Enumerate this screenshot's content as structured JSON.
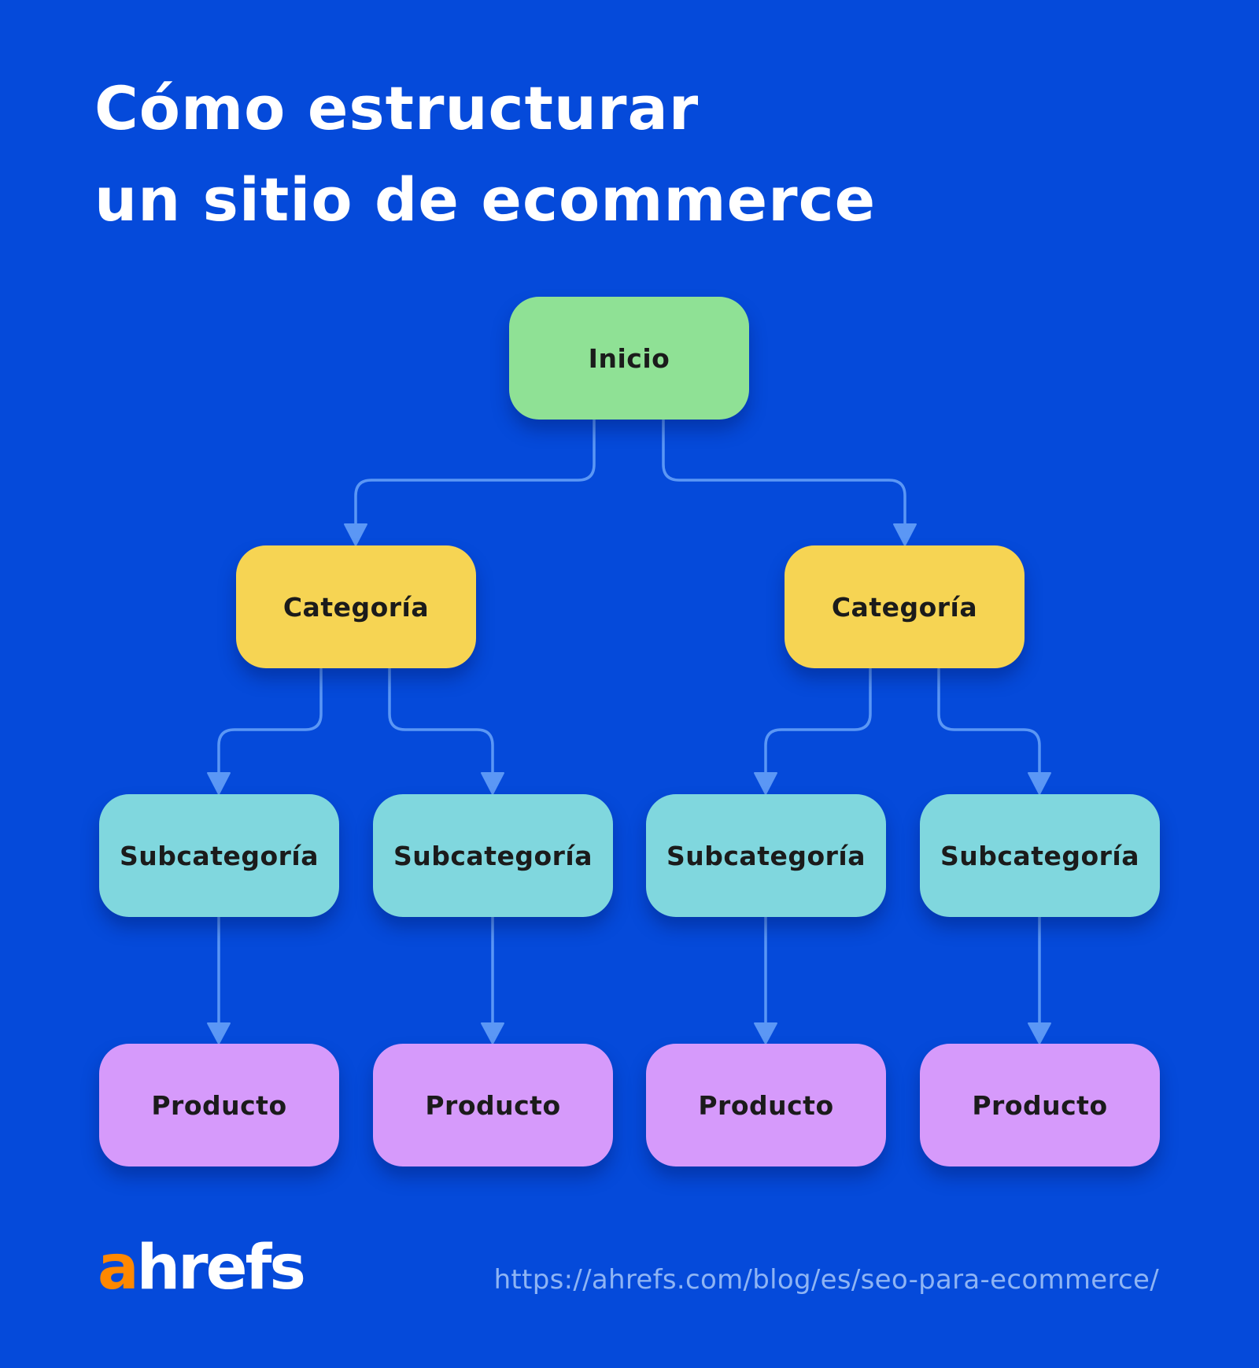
{
  "title": {
    "line1": "Cómo estructurar",
    "line2": "un sitio de ecommerce"
  },
  "diagram": {
    "root": {
      "label": "Inicio",
      "color": "#8FE195"
    },
    "categories": [
      {
        "label": "Categoría",
        "color": "#F6D453"
      },
      {
        "label": "Categoría",
        "color": "#F6D453"
      }
    ],
    "subcategories": [
      {
        "label": "Subcategoría",
        "color": "#80D7DE"
      },
      {
        "label": "Subcategoría",
        "color": "#80D7DE"
      },
      {
        "label": "Subcategoría",
        "color": "#80D7DE"
      },
      {
        "label": "Subcategoría",
        "color": "#80D7DE"
      }
    ],
    "products": [
      {
        "label": "Producto",
        "color": "#D69AFB"
      },
      {
        "label": "Producto",
        "color": "#D69AFB"
      },
      {
        "label": "Producto",
        "color": "#D69AFB"
      },
      {
        "label": "Producto",
        "color": "#D69AFB"
      }
    ],
    "connector_color": "#5B97F5"
  },
  "footer": {
    "logo_accent": "a",
    "logo_rest": "hrefs",
    "logo_accent_color": "#FF8800",
    "url": "https://ahrefs.com/blog/es/seo-para-ecommerce/"
  },
  "background_color": "#054ADA"
}
